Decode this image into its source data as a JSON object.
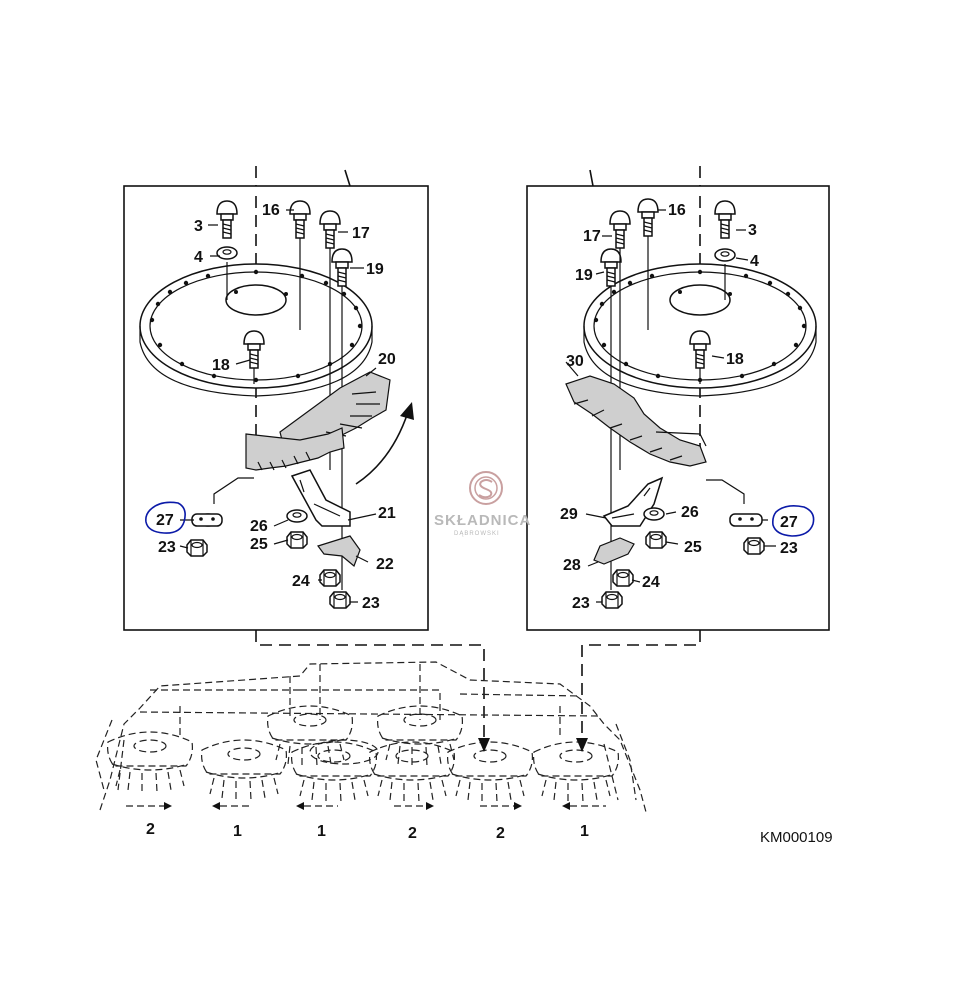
{
  "watermark": {
    "brand": "SKŁADNICA",
    "sub": "DĄBROWSKI"
  },
  "drawing_code": "KM000109",
  "left_panel": {
    "callouts": {
      "c3": "3",
      "c4": "4",
      "c16": "16",
      "c17": "17",
      "c19": "19",
      "c18": "18",
      "c20": "20",
      "c21": "21",
      "c22": "22",
      "c24": "24",
      "c23b": "23",
      "c25": "25",
      "c26": "26",
      "c27": "27",
      "c23a": "23"
    }
  },
  "right_panel": {
    "callouts": {
      "c16": "16",
      "c17": "17",
      "c3": "3",
      "c4": "4",
      "c19": "19",
      "c18": "18",
      "c30": "30",
      "c29": "29",
      "c26": "26",
      "c27": "27",
      "c23a": "23",
      "c25": "25",
      "c28": "28",
      "c24": "24",
      "c23b": "23"
    }
  },
  "rotation_labels": [
    "2",
    "1",
    "1",
    "2",
    "2",
    "1"
  ],
  "highlight_color": "#0b1aa8"
}
